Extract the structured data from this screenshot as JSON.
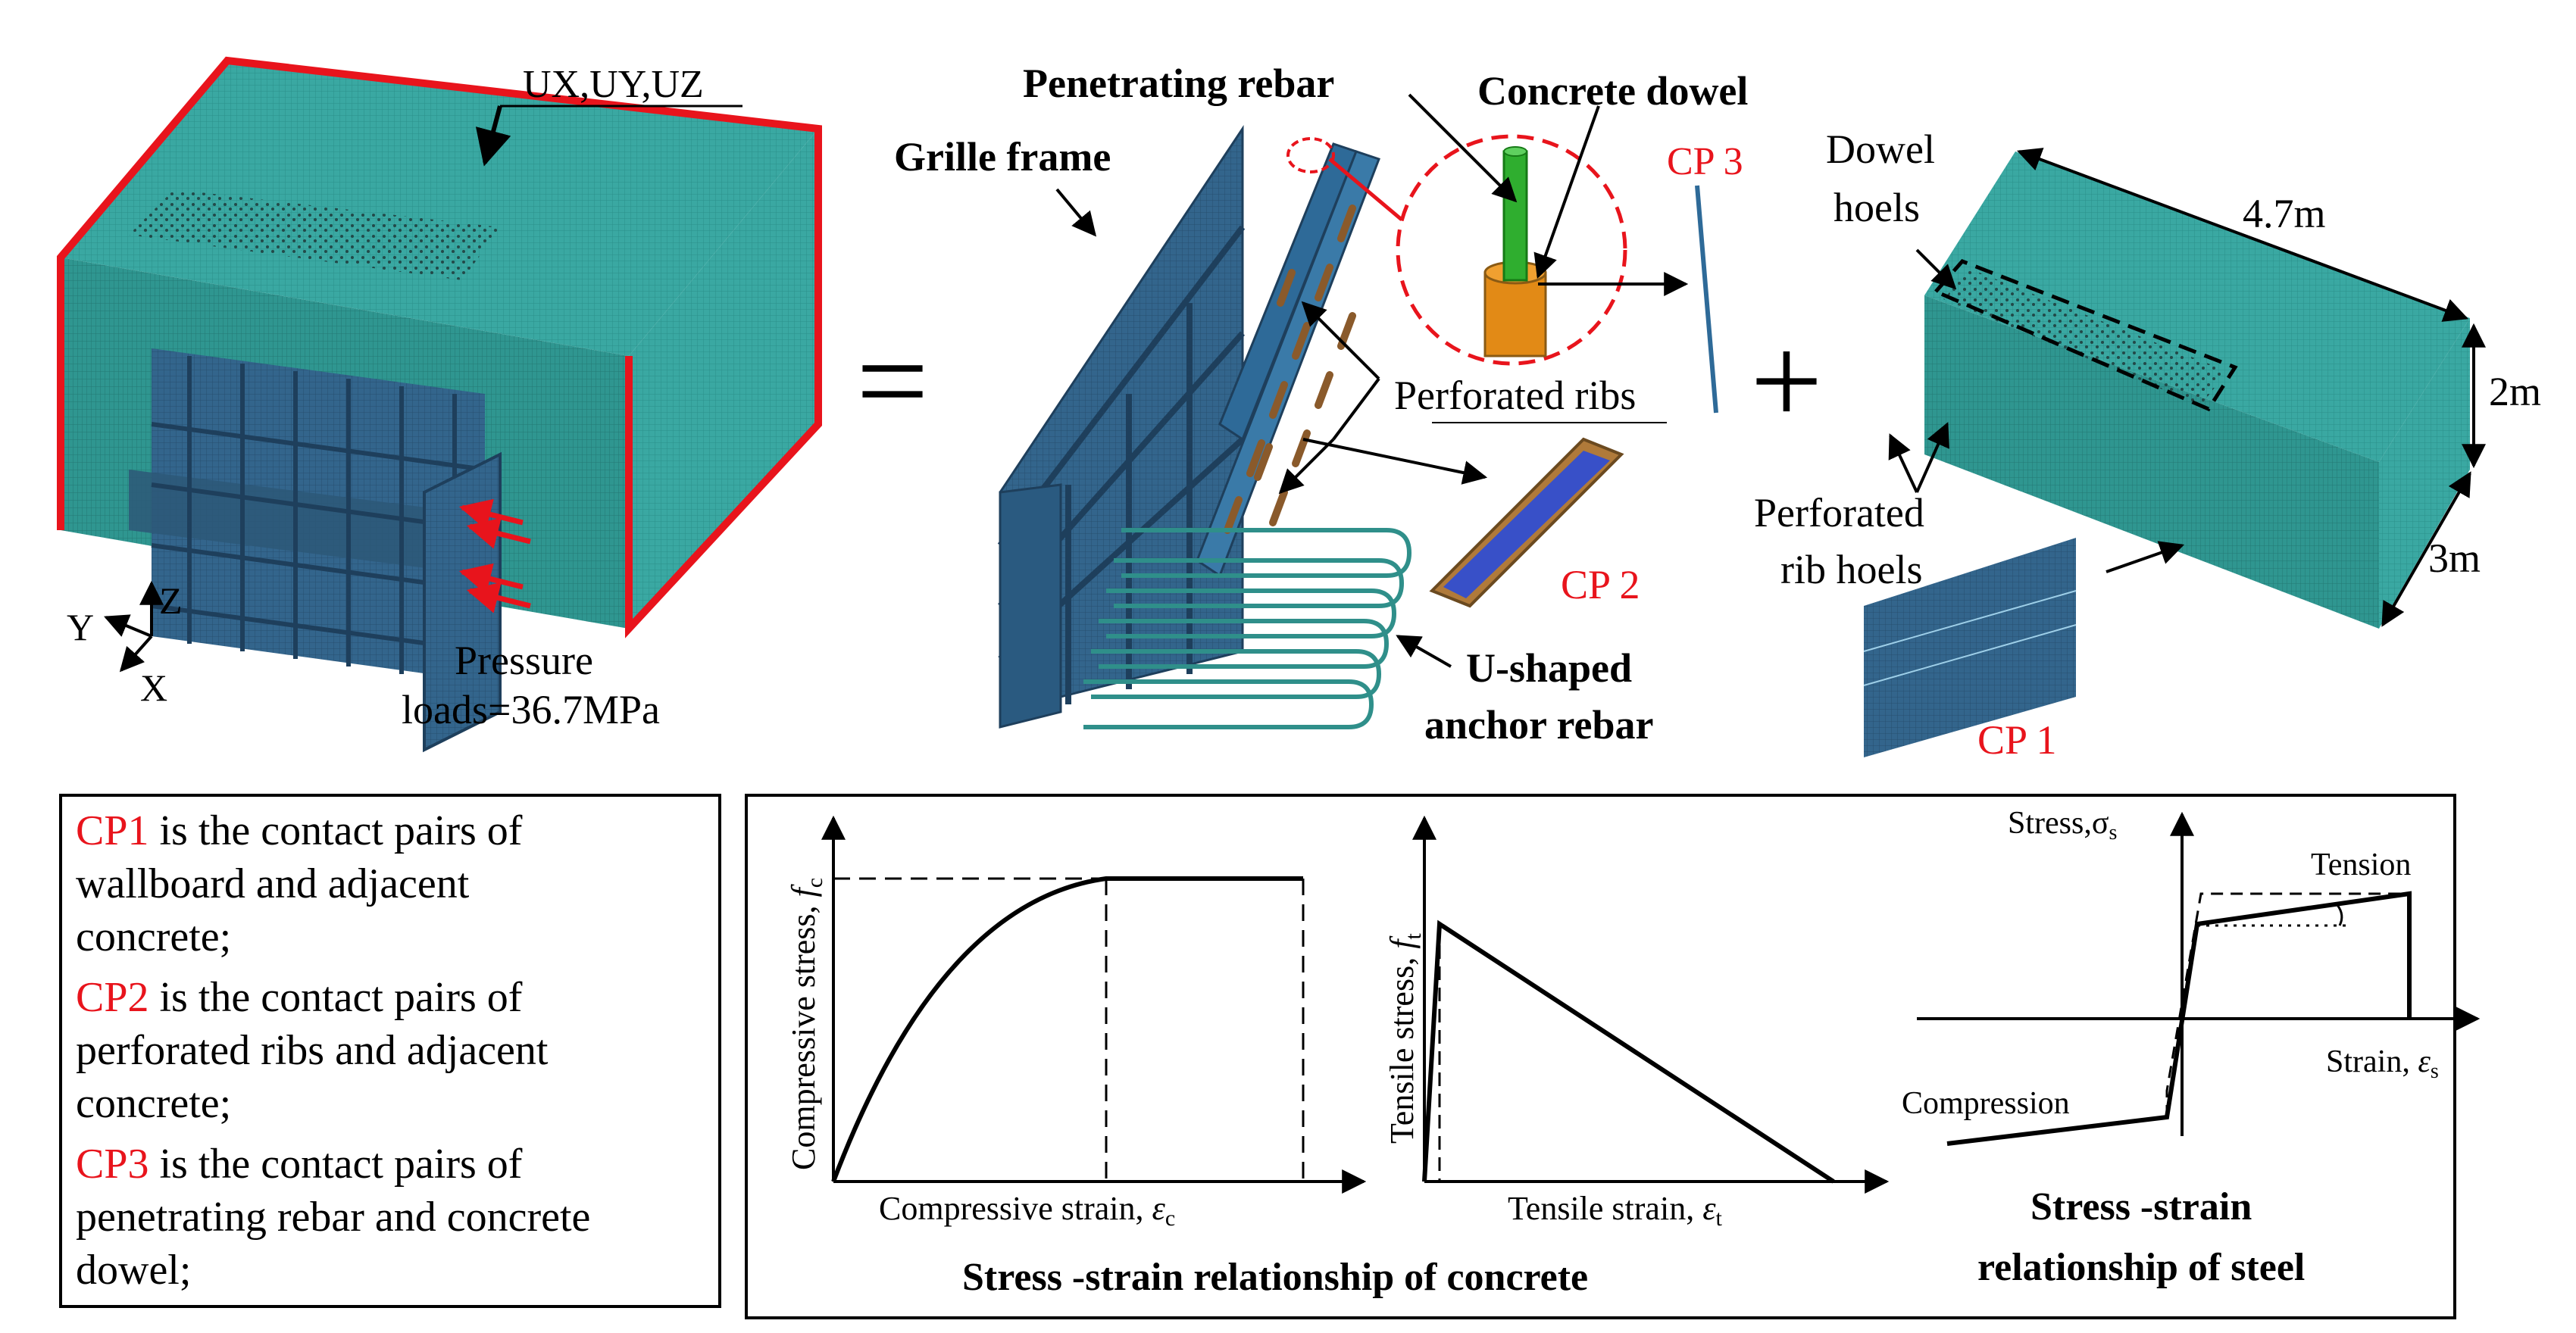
{
  "top": {
    "model_fixed_label": "UX,UY,UZ",
    "equals_sign": "=",
    "plus_sign": "+",
    "axes": {
      "y": "Y",
      "z": "Z",
      "x": "X"
    },
    "pressure_line1": "Pressure",
    "pressure_line2": "loads=36.7MPa",
    "parts": {
      "penetrating_rebar": "Penetrating rebar",
      "concrete_dowel": "Concrete dowel",
      "grille_frame": "Grille frame",
      "cp3": "CP 3",
      "perforated_ribs": "Perforated ribs",
      "cp2": "CP 2",
      "u_shaped_line1": "U-shaped",
      "u_shaped_line2": "anchor rebar"
    },
    "block": {
      "dowel_line1": "Dowel",
      "dowel_line2": "hoels",
      "length": "4.7m",
      "height": "2m",
      "width": "3m",
      "rib_holes_line1": "Perforated",
      "rib_holes_line2": "rib hoels",
      "cp1": "CP 1"
    }
  },
  "legend": {
    "items": [
      {
        "key": "CP1",
        "line1": " is the contact pairs of",
        "line2": "wallboard and adjacent",
        "line3": "concrete;"
      },
      {
        "key": "CP2",
        "line1": " is the contact pairs  of",
        "line2": "perforated  ribs and adjacent",
        "line3": "concrete;"
      },
      {
        "key": "CP3",
        "line1": " is the contact pairs  of",
        "line2": "penetrating rebar and concrete",
        "line3": "dowel;"
      }
    ]
  },
  "curves": {
    "compressive": {
      "ylabel": "Compressive stress, ",
      "ylabel_sym": "f",
      "ylabel_sub": "c",
      "xlabel": "Compressive strain,  ",
      "xlabel_sym": "ε",
      "xlabel_sub": "c"
    },
    "tensile": {
      "ylabel": "Tensile stress, ",
      "ylabel_sym": "f",
      "ylabel_sub": "t",
      "xlabel": "Tensile strain, ",
      "xlabel_sym": "ε",
      "xlabel_sub": "t"
    },
    "concrete_caption": "Stress -strain relationship of concrete",
    "steel": {
      "ylabel": "Stress,σ",
      "ylabel_sub": "s",
      "tension": "Tension",
      "compression": "Compression",
      "xlabel": "Strain, ",
      "xlabel_sym": "ε",
      "xlabel_sub": "s",
      "caption_line1": "Stress -strain",
      "caption_line2": "relationship of steel"
    }
  },
  "colors": {
    "accent_red": "#e8141c",
    "mesh_teal": "#35a6a0",
    "mesh_dark": "#2e5f86",
    "rebar_green": "#2fae2f",
    "dowel_orange": "#e28a16",
    "rib_brown": "#8a5a2b"
  }
}
